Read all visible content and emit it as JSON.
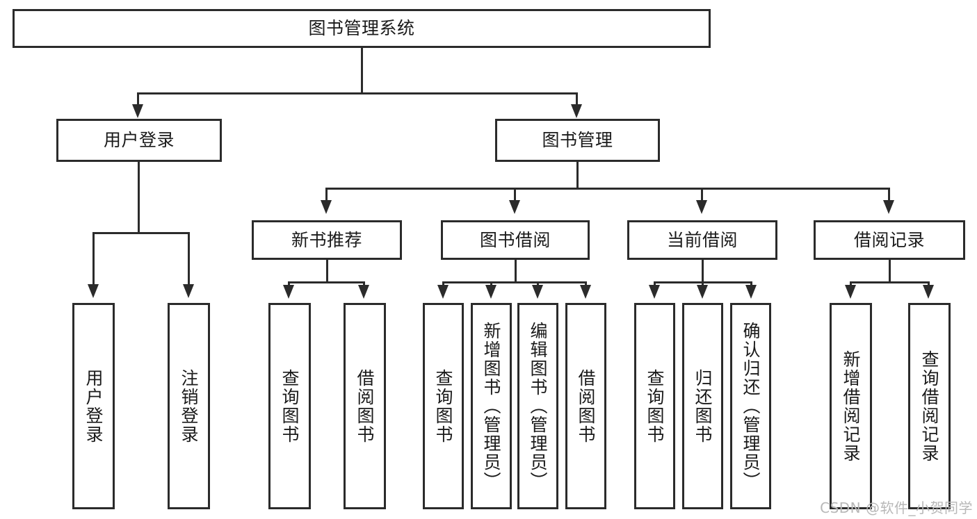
{
  "diagram": {
    "title": "图书管理系统",
    "root": {
      "label": "图书管理系统"
    },
    "level1": [
      {
        "label": "用户登录"
      },
      {
        "label": "图书管理"
      }
    ],
    "level2": [
      {
        "label": "新书推荐"
      },
      {
        "label": "图书借阅"
      },
      {
        "label": "当前借阅"
      },
      {
        "label": "借阅记录"
      }
    ],
    "leaves": {
      "user_login": [
        {
          "label": "用户登录"
        },
        {
          "label": "注销登录"
        }
      ],
      "new_book_recommend": [
        {
          "label": "查询图书"
        },
        {
          "label": "借阅图书"
        }
      ],
      "book_borrow": [
        {
          "label": "查询图书"
        },
        {
          "label": "新增图书（管理员）"
        },
        {
          "label": "编辑图书（管理员）"
        },
        {
          "label": "借阅图书"
        }
      ],
      "current_borrow": [
        {
          "label": "查询图书"
        },
        {
          "label": "归还图书"
        },
        {
          "label": "确认归还（管理员）"
        }
      ],
      "borrow_record": [
        {
          "label": "新增借阅记录"
        },
        {
          "label": "查询借阅记录"
        }
      ]
    }
  },
  "watermark": {
    "text": "CSDN @软件_小贺同学"
  },
  "colors": {
    "stroke": "#2b2b2b",
    "fill": "#ffffff",
    "text": "#1a1a1a",
    "watermark": "#b8b8b8"
  }
}
